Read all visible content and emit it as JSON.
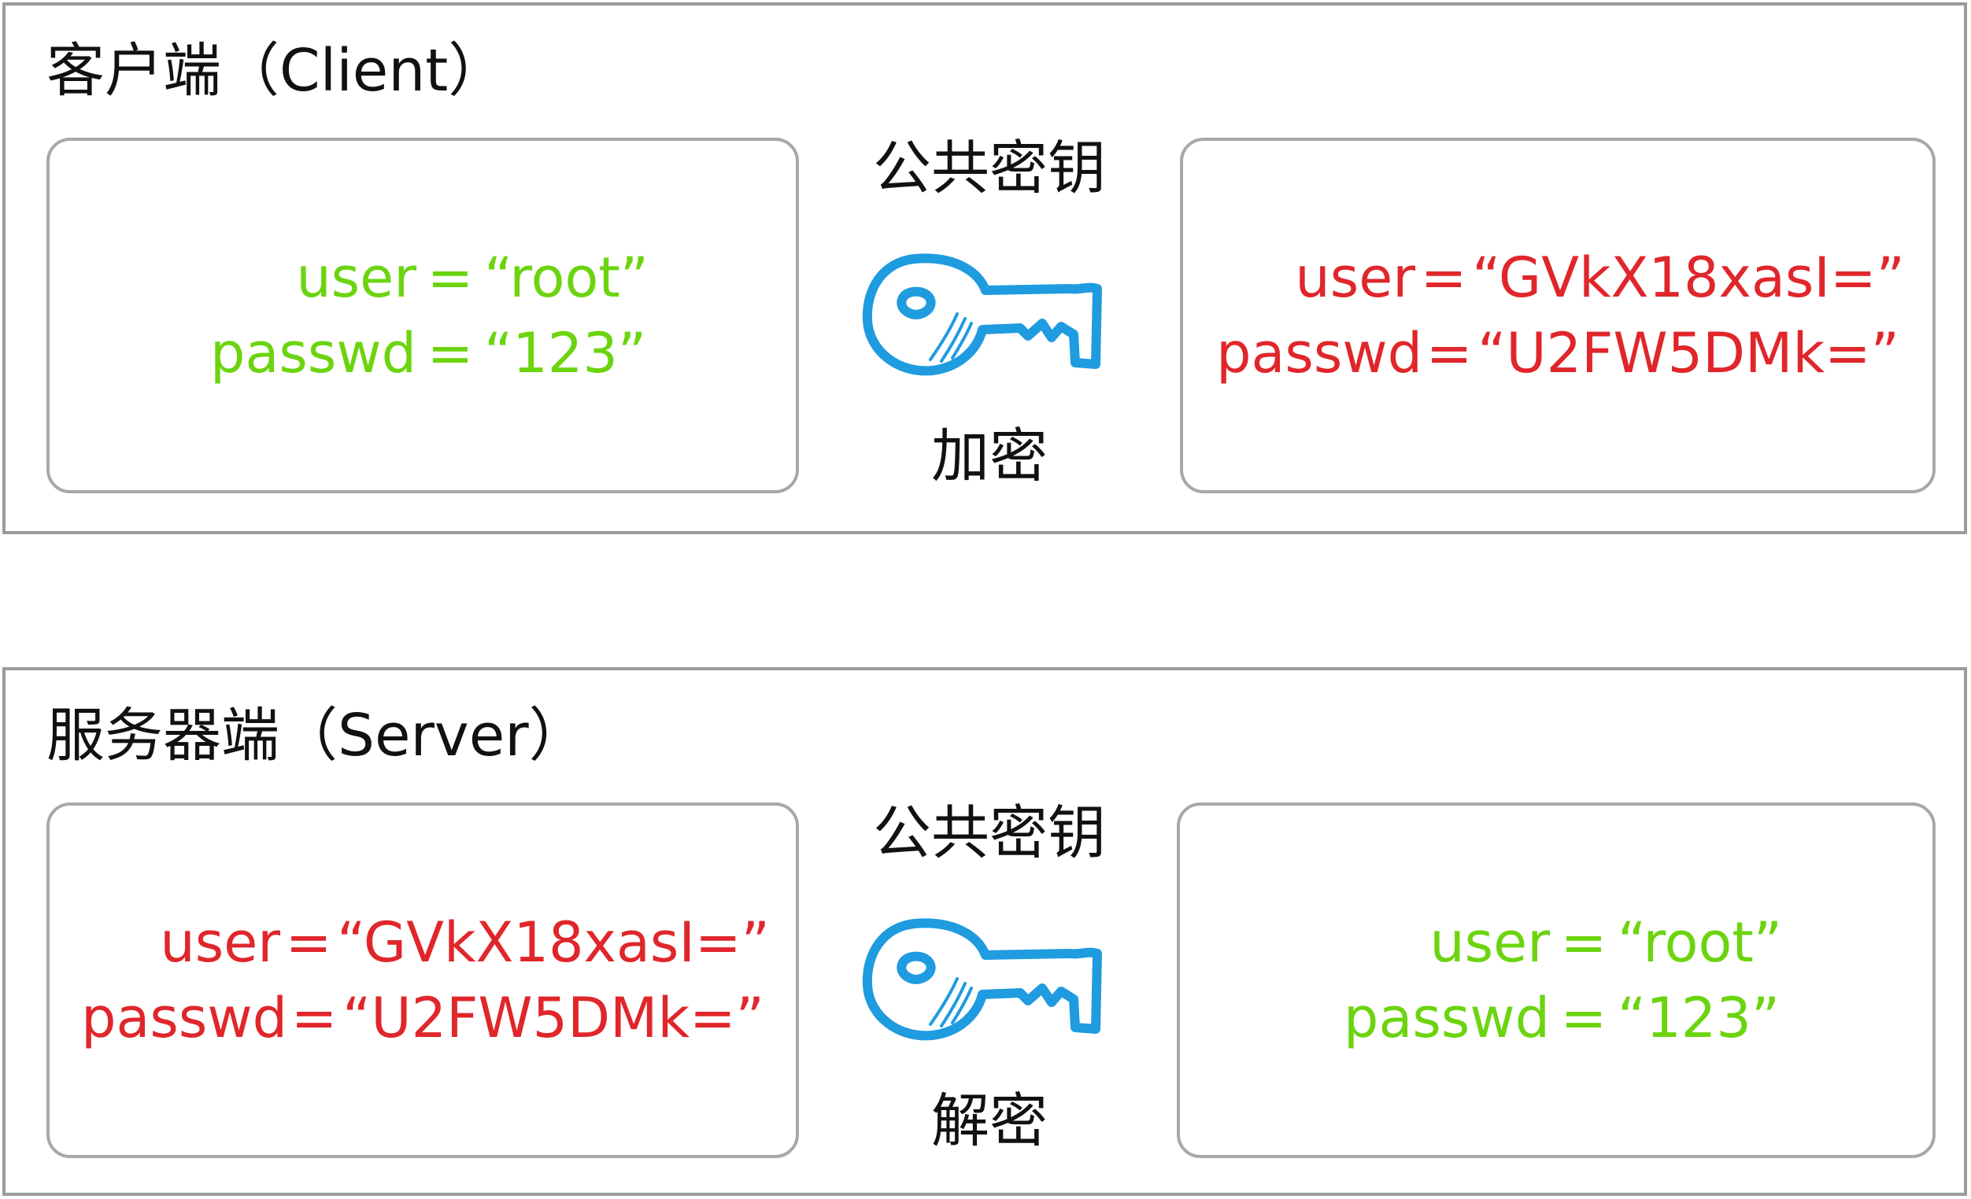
{
  "colors": {
    "plaintext": "#6cd40f",
    "ciphertext": "#e0262b",
    "key": "#1f9be0",
    "border": "#9c9c9c"
  },
  "client": {
    "title": "客户端（Client）",
    "key_label": "公共密钥",
    "action_label": "加密",
    "key_icon": "key-icon",
    "left": {
      "user_key": "user",
      "user_eq": "=",
      "user_value": "“root”",
      "passwd_key": "passwd",
      "passwd_eq": "=",
      "passwd_value": "“123”"
    },
    "right": {
      "user_key": "user",
      "user_eq": "=",
      "user_value": "“GVkX18xasI=”",
      "passwd_key": "passwd",
      "passwd_eq": "=",
      "passwd_value": "“U2FW5DMk=”"
    }
  },
  "server": {
    "title": "服务器端（Server）",
    "key_label": "公共密钥",
    "action_label": "解密",
    "key_icon": "key-icon",
    "left": {
      "user_key": "user",
      "user_eq": "=",
      "user_value": "“GVkX18xasI=”",
      "passwd_key": "passwd",
      "passwd_eq": "=",
      "passwd_value": "“U2FW5DMk=”"
    },
    "right": {
      "user_key": "user",
      "user_eq": "=",
      "user_value": "“root”",
      "passwd_key": "passwd",
      "passwd_eq": "=",
      "passwd_value": "“123”"
    }
  }
}
